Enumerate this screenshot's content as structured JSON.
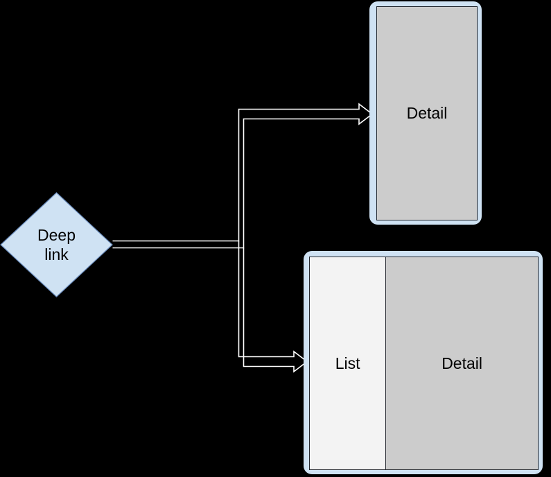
{
  "diagram": {
    "title": "Deep link navigation diagram",
    "background_color": "#000000",
    "nodes": {
      "deep_link": {
        "label": "Deep\nlink",
        "shape": "diamond",
        "fill": "#cfe2f3",
        "stroke": "#6c8ebf",
        "text_color": "#000000"
      },
      "single_pane": {
        "frame_color": "#cfe2f3",
        "screen_fill": "#cccccc",
        "screen_stroke": "#23272e",
        "panes": [
          {
            "name": "detail",
            "label": "Detail",
            "fill": "#cccccc"
          }
        ]
      },
      "two_pane": {
        "frame_color": "#cfe2f3",
        "screen_fill": "#cccccc",
        "screen_stroke": "#23272e",
        "panes": [
          {
            "name": "list",
            "label": "List",
            "fill": "#f3f3f3"
          },
          {
            "name": "detail",
            "label": "Detail",
            "fill": "#cccccc"
          }
        ]
      }
    },
    "edges": [
      {
        "name": "deep-link-to-detail",
        "from": "deep_link",
        "to": "single_pane",
        "style": "outlined-arrow",
        "stroke": "#ffffff"
      },
      {
        "name": "deep-link-to-list-detail",
        "from": "deep_link",
        "to": "two_pane",
        "style": "outlined-arrow",
        "stroke": "#ffffff"
      }
    ]
  }
}
